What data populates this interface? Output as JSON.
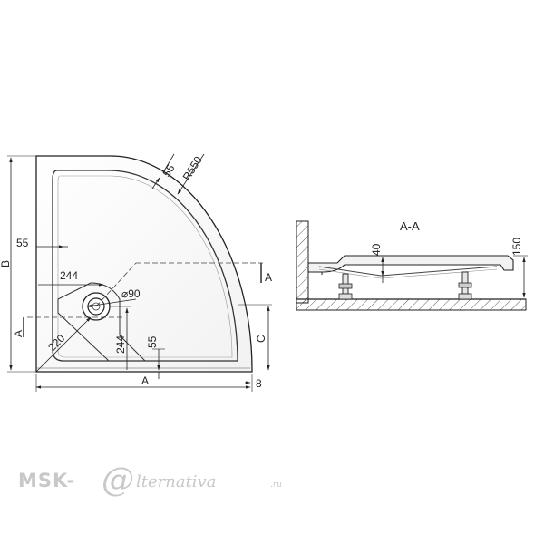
{
  "plan_view": {
    "dim_b": "B",
    "dim_55_left": "55",
    "dim_244_horizontal": "244",
    "dim_diameter": "⌀90",
    "dim_220": "220",
    "dim_244_vertical": "244",
    "dim_55_bottom": "55",
    "dim_a_bottom": "A",
    "dim_a_left": "A",
    "dim_8": "8",
    "dim_c": "C",
    "section_marker": "A",
    "dim_55_rim": "55",
    "dim_r550": "R550"
  },
  "section_view": {
    "title": "A-A",
    "dim_40": "40",
    "dim_150": "150"
  },
  "watermark": {
    "prefix": "MSK-",
    "at": "@",
    "script": "lternativa",
    "suffix": ".ru"
  }
}
